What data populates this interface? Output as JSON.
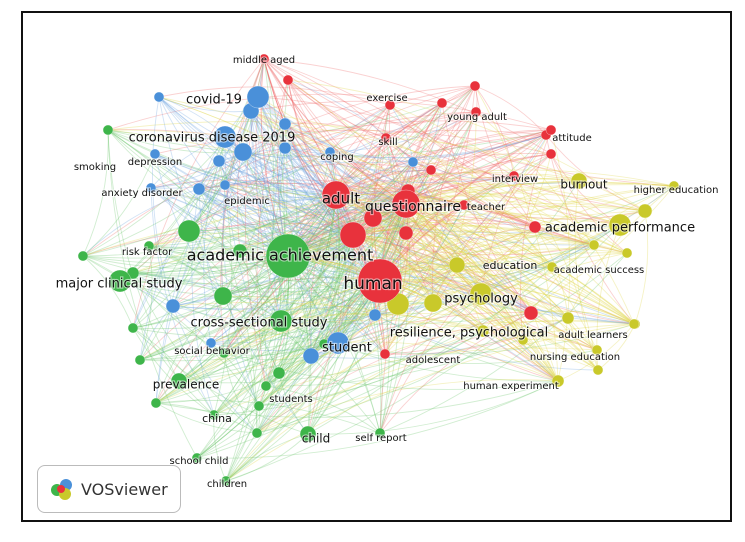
{
  "colors": {
    "red": "#e8323c",
    "green": "#3eb54a",
    "blue": "#4a90d9",
    "yellow": "#c9c92a",
    "edge_red": "#ee6f6f",
    "edge_green": "#6fc86f",
    "edge_blue": "#6fa4e0",
    "edge_yellow": "#e0d64a"
  },
  "clusters": [
    "red",
    "green",
    "blue",
    "yellow"
  ],
  "nodes": [
    {
      "label": "academic achievement",
      "cluster": "green",
      "weight": 5
    },
    {
      "label": "human",
      "cluster": "red",
      "weight": 5
    },
    {
      "label": "adult",
      "cluster": "red",
      "weight": 4
    },
    {
      "label": "questionnaire",
      "cluster": "red",
      "weight": 4
    },
    {
      "label": "covid-19",
      "cluster": "blue",
      "weight": 3
    },
    {
      "label": "coronavirus disease 2019",
      "cluster": "blue",
      "weight": 3
    },
    {
      "label": "academic performance",
      "cluster": "yellow",
      "weight": 3
    },
    {
      "label": "major clinical study",
      "cluster": "green",
      "weight": 3
    },
    {
      "label": "cross-sectional study",
      "cluster": "green",
      "weight": 3
    },
    {
      "label": "resilience, psychological",
      "cluster": "yellow",
      "weight": 3
    },
    {
      "label": "psychology",
      "cluster": "yellow",
      "weight": 3
    },
    {
      "label": "student",
      "cluster": "blue",
      "weight": 3
    },
    {
      "label": "burnout",
      "cluster": "yellow",
      "weight": 2
    },
    {
      "label": "education",
      "cluster": "yellow",
      "weight": 2
    },
    {
      "label": "prevalence",
      "cluster": "green",
      "weight": 2
    },
    {
      "label": "child",
      "cluster": "green",
      "weight": 2
    },
    {
      "label": "middle aged",
      "cluster": "red",
      "weight": 1
    },
    {
      "label": "exercise",
      "cluster": "red",
      "weight": 1
    },
    {
      "label": "young adult",
      "cluster": "red",
      "weight": 1
    },
    {
      "label": "attitude",
      "cluster": "red",
      "weight": 1
    },
    {
      "label": "skill",
      "cluster": "red",
      "weight": 1
    },
    {
      "label": "coping",
      "cluster": "blue",
      "weight": 1
    },
    {
      "label": "interview",
      "cluster": "red",
      "weight": 1
    },
    {
      "label": "teacher",
      "cluster": "red",
      "weight": 1
    },
    {
      "label": "higher education",
      "cluster": "yellow",
      "weight": 1
    },
    {
      "label": "academic success",
      "cluster": "yellow",
      "weight": 1
    },
    {
      "label": "adult learners",
      "cluster": "yellow",
      "weight": 1
    },
    {
      "label": "nursing education",
      "cluster": "yellow",
      "weight": 1
    },
    {
      "label": "human experiment",
      "cluster": "yellow",
      "weight": 1
    },
    {
      "label": "adolescent",
      "cluster": "red",
      "weight": 1
    },
    {
      "label": "smoking",
      "cluster": "green",
      "weight": 1
    },
    {
      "label": "depression",
      "cluster": "blue",
      "weight": 1
    },
    {
      "label": "anxiety disorder",
      "cluster": "blue",
      "weight": 1
    },
    {
      "label": "epidemic",
      "cluster": "blue",
      "weight": 1
    },
    {
      "label": "risk factor",
      "cluster": "green",
      "weight": 1
    },
    {
      "label": "social behavior",
      "cluster": "blue",
      "weight": 1
    },
    {
      "label": "students",
      "cluster": "green",
      "weight": 1
    },
    {
      "label": "china",
      "cluster": "green",
      "weight": 1
    },
    {
      "label": "self report",
      "cluster": "green",
      "weight": 1
    },
    {
      "label": "school child",
      "cluster": "green",
      "weight": 1
    },
    {
      "label": "children",
      "cluster": "green",
      "weight": 1
    }
  ],
  "logo": {
    "text": "VOSviewer",
    "icon": "vosviewer-logo-icon"
  }
}
